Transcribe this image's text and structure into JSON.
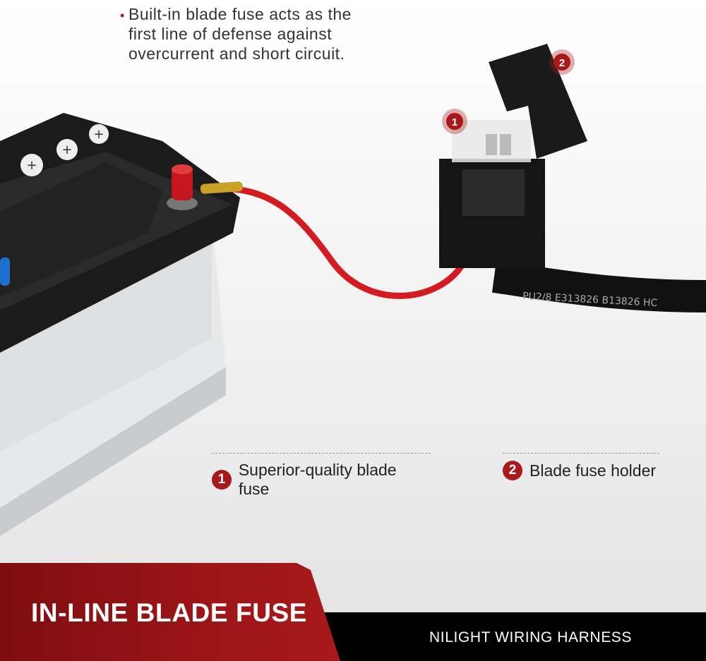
{
  "intro": {
    "bullet": "•",
    "lines": [
      "Built-in blade fuse acts as the",
      "first line of defense against",
      "overcurrent and short circuit."
    ]
  },
  "markers": {
    "one": "1",
    "two": "2"
  },
  "cable_print": "PU2/8  E313826  B13826  HC",
  "legend": [
    {
      "num": "1",
      "label": "Superior-quality blade fuse"
    },
    {
      "num": "2",
      "label": "Blade fuse holder"
    }
  ],
  "banner": {
    "title": "IN-LINE BLADE FUSE",
    "brand": "NILIGHT WIRING HARNESS"
  },
  "colors": {
    "accent": "#a8191b",
    "banner_black": "#000000"
  }
}
